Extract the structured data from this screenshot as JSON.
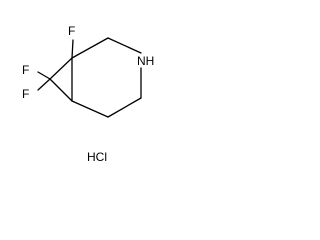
{
  "molecule": {
    "atom_labels": {
      "f_top": "F",
      "f_left_upper": "F",
      "f_left_lower": "F",
      "nh": "NH"
    },
    "salt": "HCl"
  }
}
